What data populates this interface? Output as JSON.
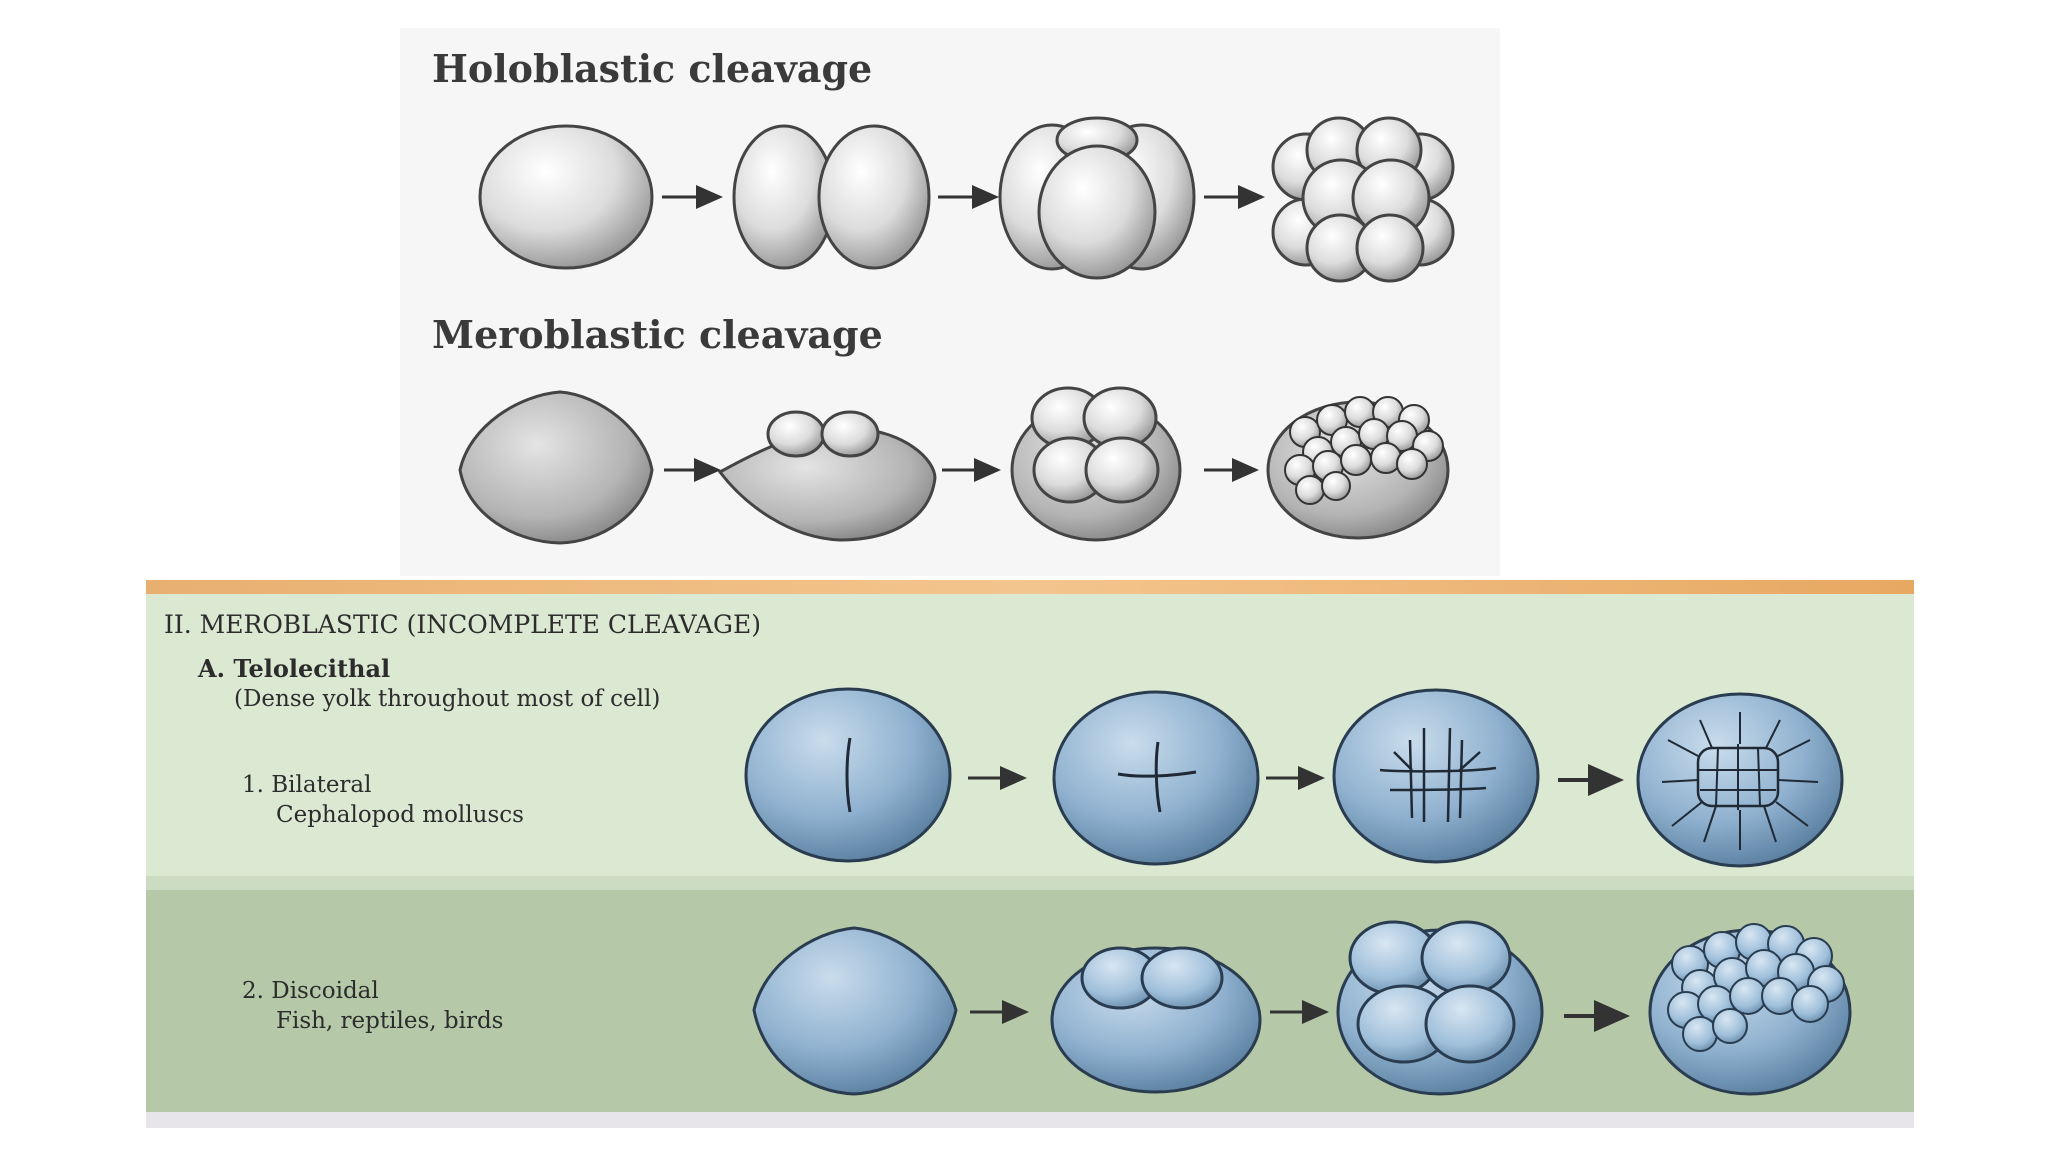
{
  "top": {
    "holoblastic_title": "Holoblastic cleavage",
    "meroblastic_title": "Meroblastic cleavage"
  },
  "bottom": {
    "heading": "II. MEROBLASTIC (INCOMPLETE CLEAVAGE)",
    "section_a_title": "A. Telolecithal",
    "section_a_note": "(Dense yolk throughout most of cell)",
    "item1_number": "1. Bilateral",
    "item1_desc": "Cephalopod molluscs",
    "item2_number": "2. Discoidal",
    "item2_desc": "Fish, reptiles, birds"
  },
  "colors": {
    "top_panel_bg": "#f6f6f6",
    "band1_bg": "#dbe8d2",
    "band2_bg": "#b5c9a8",
    "embryo_blue": "#7ea4c4",
    "embryo_grey": "#cfcfcf"
  }
}
